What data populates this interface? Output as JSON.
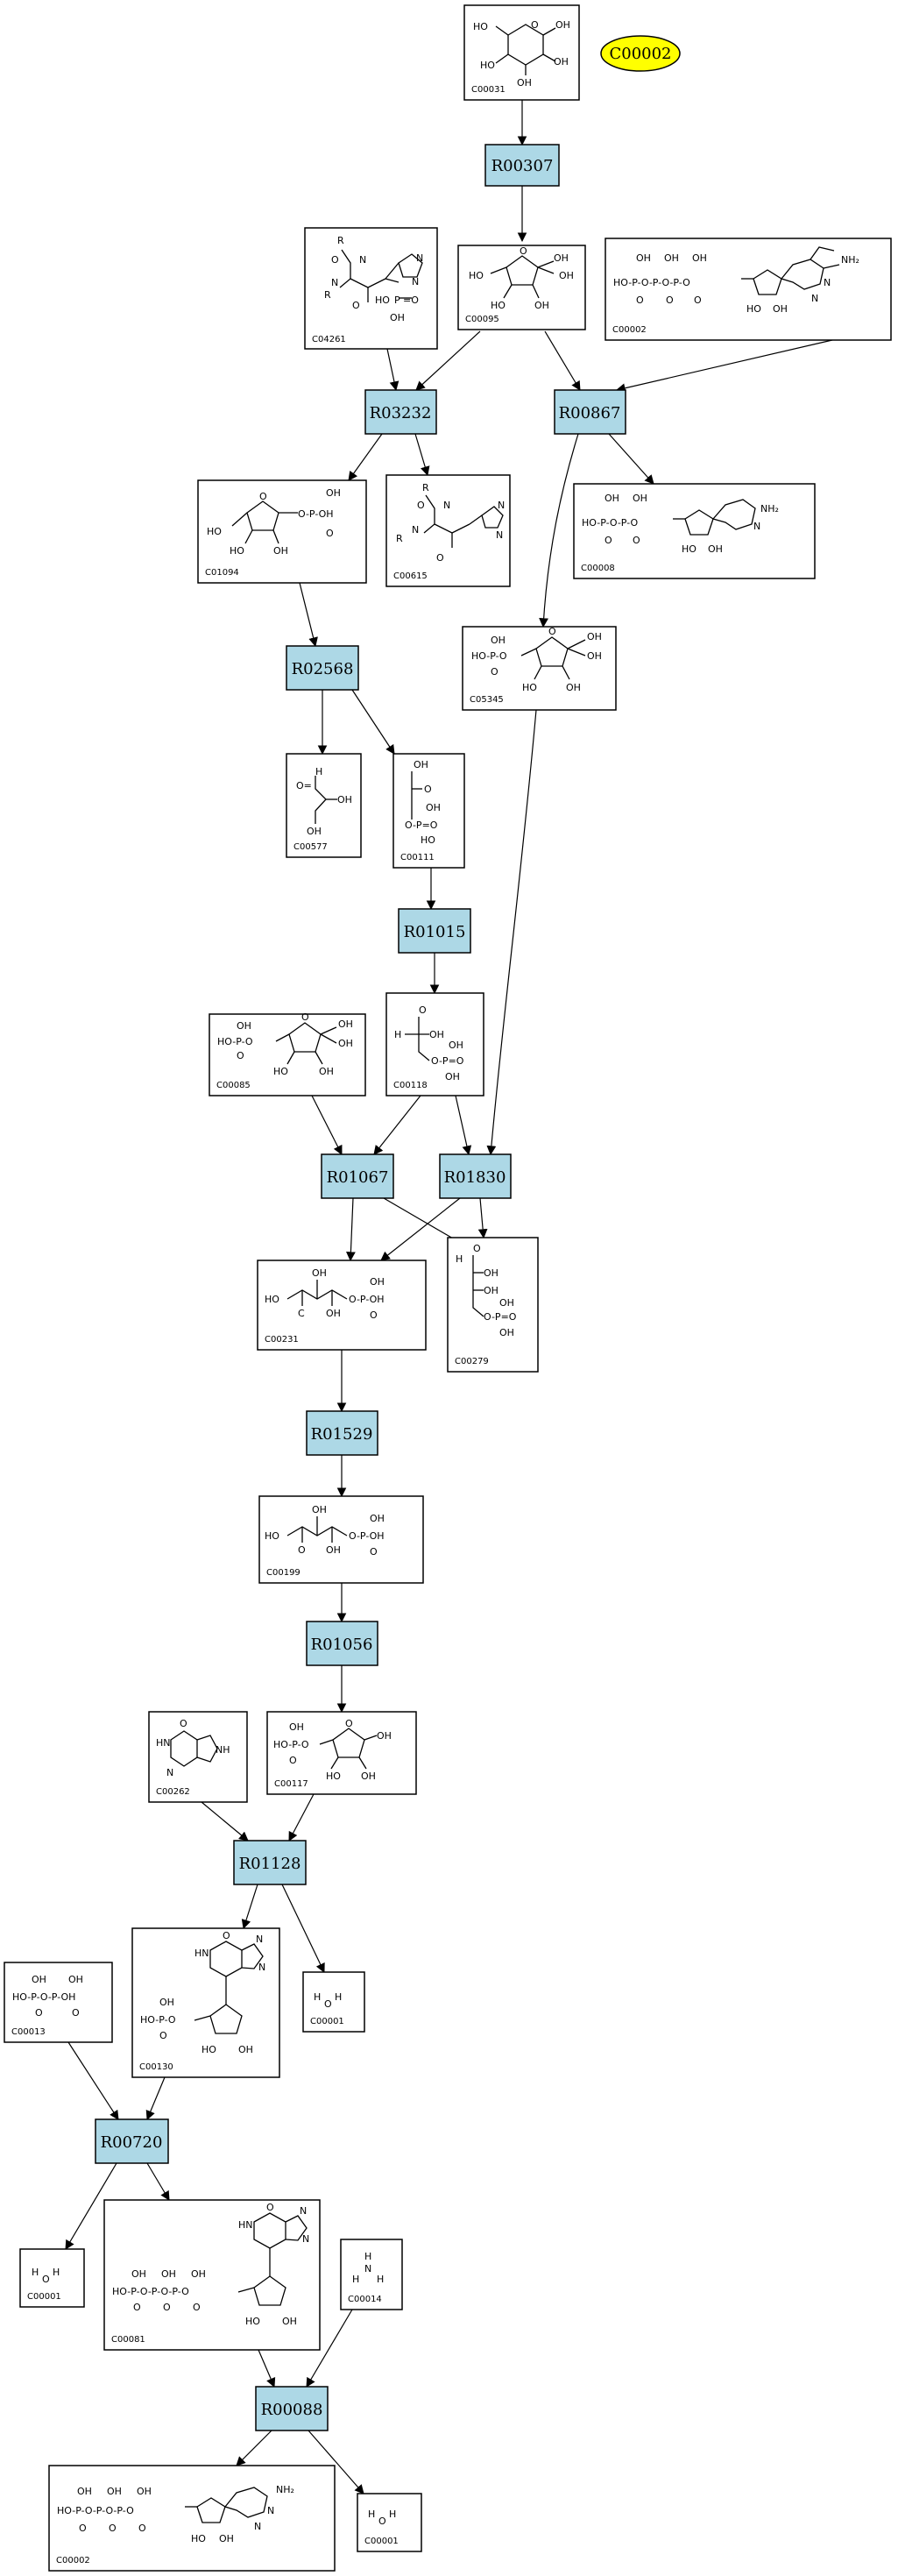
{
  "legend": {
    "label": "C00002",
    "color": "#ffff00"
  },
  "colors": {
    "reaction_fill": "#add8e6",
    "compound_fill": "#ffffff",
    "legend_fill": "#ffff00"
  },
  "reactions": [
    {
      "id": "r1",
      "label": "R00307"
    },
    {
      "id": "r2",
      "label": "R03232"
    },
    {
      "id": "r3",
      "label": "R00867"
    },
    {
      "id": "r4",
      "label": "R02568"
    },
    {
      "id": "r5",
      "label": "R01015"
    },
    {
      "id": "r6",
      "label": "R01067"
    },
    {
      "id": "r7",
      "label": "R01830"
    },
    {
      "id": "r8",
      "label": "R01529"
    },
    {
      "id": "r9",
      "label": "R01056"
    },
    {
      "id": "r10",
      "label": "R01128"
    },
    {
      "id": "r11",
      "label": "R00720"
    },
    {
      "id": "r12",
      "label": "R00088"
    }
  ],
  "compounds": [
    {
      "id": "c1",
      "label": "C00031"
    },
    {
      "id": "c2",
      "label": "C04261"
    },
    {
      "id": "c3",
      "label": "C00095"
    },
    {
      "id": "c4",
      "label": "C00002"
    },
    {
      "id": "c5",
      "label": "C01094"
    },
    {
      "id": "c6",
      "label": "C00615"
    },
    {
      "id": "c7",
      "label": "C00008"
    },
    {
      "id": "c8",
      "label": "C05345"
    },
    {
      "id": "c9",
      "label": "C00577"
    },
    {
      "id": "c10",
      "label": "C00111"
    },
    {
      "id": "c11",
      "label": "C00085"
    },
    {
      "id": "c12",
      "label": "C00118"
    },
    {
      "id": "c13",
      "label": "C00231"
    },
    {
      "id": "c14",
      "label": "C00279"
    },
    {
      "id": "c15",
      "label": "C00199"
    },
    {
      "id": "c16",
      "label": "C00262"
    },
    {
      "id": "c17",
      "label": "C00117"
    },
    {
      "id": "c18",
      "label": "C00013"
    },
    {
      "id": "c19",
      "label": "C00130"
    },
    {
      "id": "c20",
      "label": "C00001"
    },
    {
      "id": "c21",
      "label": "C00001"
    },
    {
      "id": "c22",
      "label": "C00081"
    },
    {
      "id": "c23",
      "label": "C00014"
    },
    {
      "id": "c24",
      "label": "C00002"
    },
    {
      "id": "c25",
      "label": "C00001"
    }
  ]
}
